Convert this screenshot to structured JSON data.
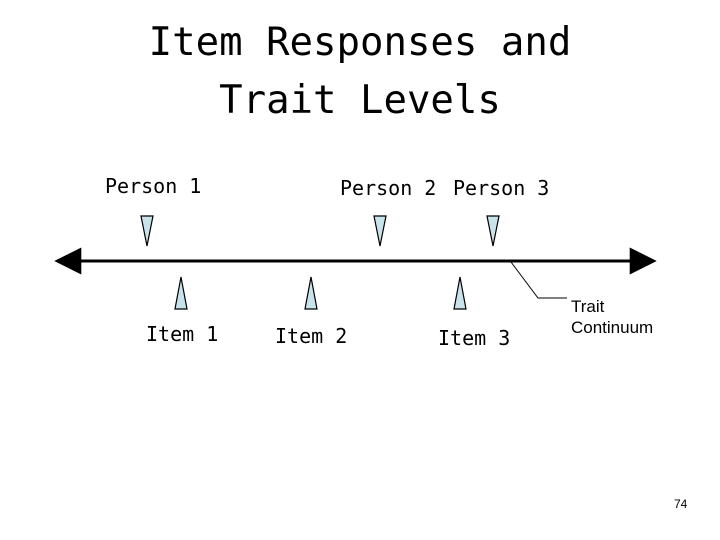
{
  "title": {
    "line1": "Item Responses and",
    "line2": "Trait Levels"
  },
  "persons": [
    {
      "label": "Person 1"
    },
    {
      "label": "Person 2"
    },
    {
      "label": "Person 3"
    }
  ],
  "items": [
    {
      "label": "Item 1"
    },
    {
      "label": "Item 2"
    },
    {
      "label": "Item 3"
    }
  ],
  "callout": {
    "line1": "Trait",
    "line2": "Continuum"
  },
  "page_number": "74",
  "colors": {
    "marker_fill": "#c8e3ea",
    "stroke": "#000000"
  }
}
